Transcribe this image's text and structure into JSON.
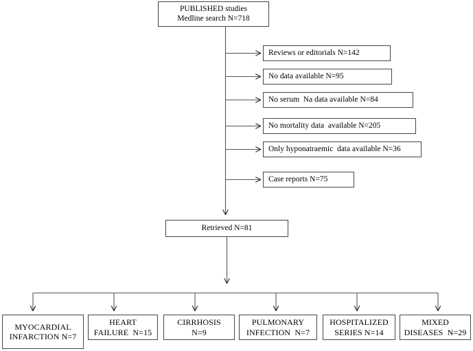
{
  "diagram": {
    "title_node": {
      "name": "published-studies",
      "lines": [
        "PUBLISHED studies",
        "Medline search N=718"
      ]
    },
    "exclusions": [
      {
        "name": "reviews-or-editorials",
        "label": "Reviews or editorials N=142"
      },
      {
        "name": "no-data-available",
        "label": "No data available N=95"
      },
      {
        "name": "no-serum-na-data",
        "label": "No serum  Na data available N=84"
      },
      {
        "name": "no-mortality-data",
        "label": "No mortality data  available N=205"
      },
      {
        "name": "only-hyponatraemic-data",
        "label": "Only hyponatraemic  data available N=36"
      },
      {
        "name": "case-reports",
        "label": "Case reports N=75"
      }
    ],
    "retrieved_node": {
      "name": "retrieved-studies",
      "label": "Retrieved N=81"
    },
    "outcomes": [
      {
        "name": "myocardial-infarction",
        "lines": [
          "MYOCARDIAL",
          "INFARCTION N=7"
        ]
      },
      {
        "name": "heart-failure",
        "lines": [
          "HEART",
          "FAILURE  N=15"
        ]
      },
      {
        "name": "cirrhosis",
        "lines": [
          "CIRRHOSIS",
          "N=9"
        ]
      },
      {
        "name": "pulmonary-infection",
        "lines": [
          "PULMONARY",
          "INFECTION  N=7"
        ]
      },
      {
        "name": "hospitalized-series",
        "lines": [
          "HOSPITALIZED",
          "SERIES N=14"
        ]
      },
      {
        "name": "mixed-diseases",
        "lines": [
          "MIXED",
          "DISEASES  N=29"
        ]
      }
    ],
    "colors": {
      "line": "#444444",
      "box_border": "#444444",
      "background": "#ffffff",
      "text": "#000000"
    }
  }
}
